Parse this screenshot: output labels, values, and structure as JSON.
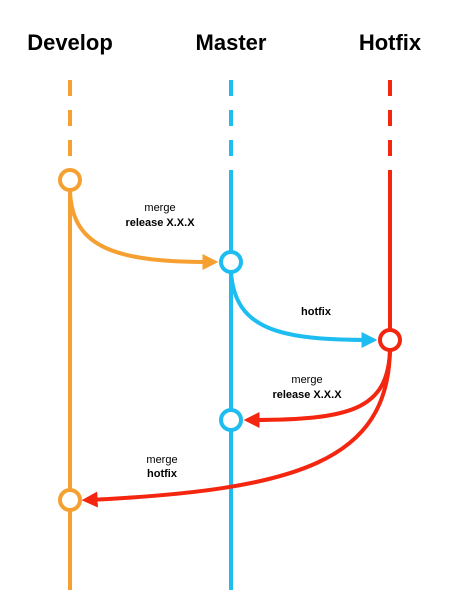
{
  "branches": {
    "develop": {
      "title": "Develop",
      "color": "#F5A031"
    },
    "master": {
      "title": "Master",
      "color": "#1EBDF1"
    },
    "hotfix": {
      "title": "Hotfix",
      "color": "#F4260F"
    }
  },
  "labels": {
    "merge_release_1": {
      "line1": "merge",
      "line2": "release X.X.X"
    },
    "hotfix": {
      "line1": "",
      "line2": "hotfix"
    },
    "merge_release_2": {
      "line1": "merge",
      "line2": "release X.X.X"
    },
    "merge_hotfix": {
      "line1": "merge",
      "line2": "hotfix"
    }
  }
}
